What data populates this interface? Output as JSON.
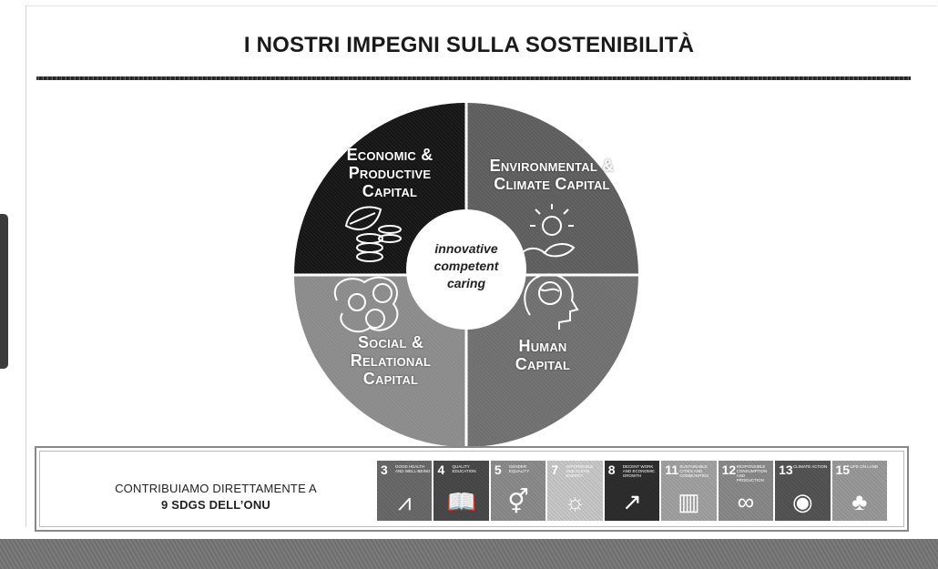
{
  "slide": {
    "title": "I NOSTRI IMPEGNI SULLA SOSTENIBILITÀ"
  },
  "wheel": {
    "quadrants": [
      {
        "key": "economic",
        "line1": "Economic &",
        "line2": "Productive",
        "line3": "Capital",
        "color": "#141414",
        "icon": "leaf-coins-icon"
      },
      {
        "key": "environmental",
        "line1": "Environmental &",
        "line2": "Climate Capital",
        "line3": "",
        "color": "#5c5c5c",
        "icon": "sun-plant-icon"
      },
      {
        "key": "social",
        "line1": "Social &",
        "line2": "Relational",
        "line3": "Capital",
        "color": "#8a8a8a",
        "icon": "network-people-icon"
      },
      {
        "key": "human",
        "line1": "Human",
        "line2": "Capital",
        "line3": "",
        "color": "#6e6e6e",
        "icon": "head-globe-icon"
      }
    ],
    "center": {
      "line1": "innovative",
      "line2": "competent",
      "line3": "caring"
    }
  },
  "sdg_section": {
    "line1": "CONTRIBUIAMO DIRETTAMENTE A",
    "line2": "9 SDGS DELL’ONU",
    "goals": [
      {
        "number": "3",
        "name": "Good health and well-being",
        "icon": "heartbeat-icon",
        "color": "#6a6a6a",
        "glyph": "⩘"
      },
      {
        "number": "4",
        "name": "Quality education",
        "icon": "book-icon",
        "color": "#4a4a4a",
        "glyph": "📖"
      },
      {
        "number": "5",
        "name": "Gender equality",
        "icon": "gender-icon",
        "color": "#8c8c8c",
        "glyph": "⚥"
      },
      {
        "number": "7",
        "name": "Affordable and clean energy",
        "icon": "sun-icon",
        "color": "#c8c8c8",
        "glyph": "☼"
      },
      {
        "number": "8",
        "name": "Decent work and economic growth",
        "icon": "growth-chart-icon",
        "color": "#2e2e2e",
        "glyph": "↗"
      },
      {
        "number": "11",
        "name": "Sustainable cities and communities",
        "icon": "city-icon",
        "color": "#a2a2a2",
        "glyph": "▥"
      },
      {
        "number": "12",
        "name": "Responsible consumption and production",
        "icon": "infinity-icon",
        "color": "#8a8a8a",
        "glyph": "∞"
      },
      {
        "number": "13",
        "name": "Climate action",
        "icon": "eye-globe-icon",
        "color": "#555555",
        "glyph": "◉"
      },
      {
        "number": "15",
        "name": "Life on land",
        "icon": "tree-icon",
        "color": "#9a9a9a",
        "glyph": "♣"
      }
    ]
  }
}
